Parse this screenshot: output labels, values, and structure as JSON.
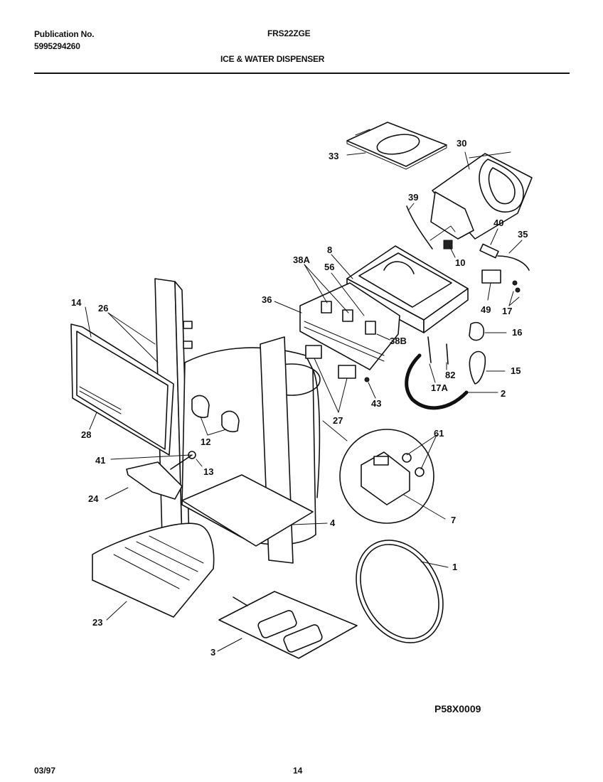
{
  "header": {
    "publication_label": "Publication No.",
    "publication_number": "5995294260",
    "model": "FRS22ZGE",
    "section_title": "ICE & WATER DISPENSER"
  },
  "diagram": {
    "reference_code": "P58X0009",
    "callouts": [
      "33",
      "30",
      "39",
      "40",
      "35",
      "38A",
      "8",
      "56",
      "10",
      "36",
      "14",
      "26",
      "49",
      "17",
      "16",
      "38B",
      "82",
      "15",
      "17A",
      "2",
      "43",
      "27",
      "28",
      "12",
      "61",
      "41",
      "13",
      "24",
      "7",
      "4",
      "1",
      "23",
      "3"
    ]
  },
  "footer": {
    "date": "03/97",
    "page_number": "14"
  }
}
